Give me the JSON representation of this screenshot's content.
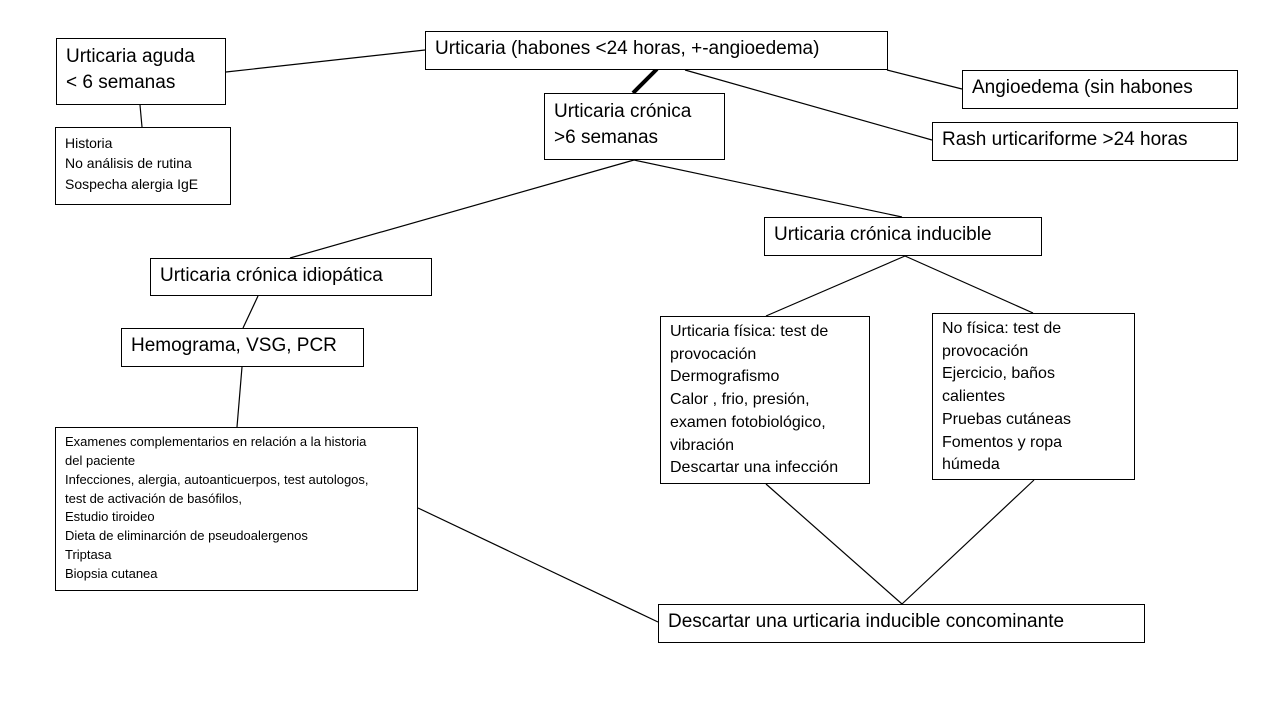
{
  "nodes": {
    "urticaria": {
      "lines": [
        "Urticaria (habones <24 horas, +-angioedema)"
      ]
    },
    "aguda": {
      "lines": [
        "Urticaria aguda",
        "< 6 semanas"
      ]
    },
    "aguda_detalle": {
      "lines": [
        "Historia",
        "No análisis de rutina",
        "Sospecha alergia IgE"
      ]
    },
    "angioedema": {
      "lines": [
        "Angioedema (sin habones"
      ]
    },
    "rash": {
      "lines": [
        "Rash urticariforme >24 horas"
      ]
    },
    "cronica": {
      "lines": [
        "Urticaria crónica",
        ">6 semanas"
      ]
    },
    "idiopatica": {
      "lines": [
        "Urticaria crónica idiopática"
      ]
    },
    "hemograma": {
      "lines": [
        "Hemograma, VSG, PCR"
      ]
    },
    "examenes": {
      "lines": [
        "Examenes complementarios  en relación a la historia",
        "del paciente",
        "Infecciones, alergia, autoanticuerpos, test autologos,",
        "test de activación de basófilos,",
        "Estudio tiroideo",
        "Dieta de eliminarción de pseudoalergenos",
        "Triptasa",
        "Biopsia cutanea"
      ]
    },
    "inducible": {
      "lines": [
        "Urticaria crónica inducible"
      ]
    },
    "fisica": {
      "lines": [
        "Urticaria física: test de",
        "provocación",
        "Dermografismo",
        "Calor , frio, presión,",
        "examen fotobiológico,",
        "vibración",
        "Descartar una infección"
      ]
    },
    "nofisica": {
      "lines": [
        "No física: test de",
        "provocación",
        "Ejercicio, baños",
        "calientes",
        "Pruebas cutáneas",
        "Fomentos y ropa",
        "húmeda"
      ]
    },
    "descartar": {
      "lines": [
        "Descartar una urticaria inducible concominante"
      ]
    }
  }
}
